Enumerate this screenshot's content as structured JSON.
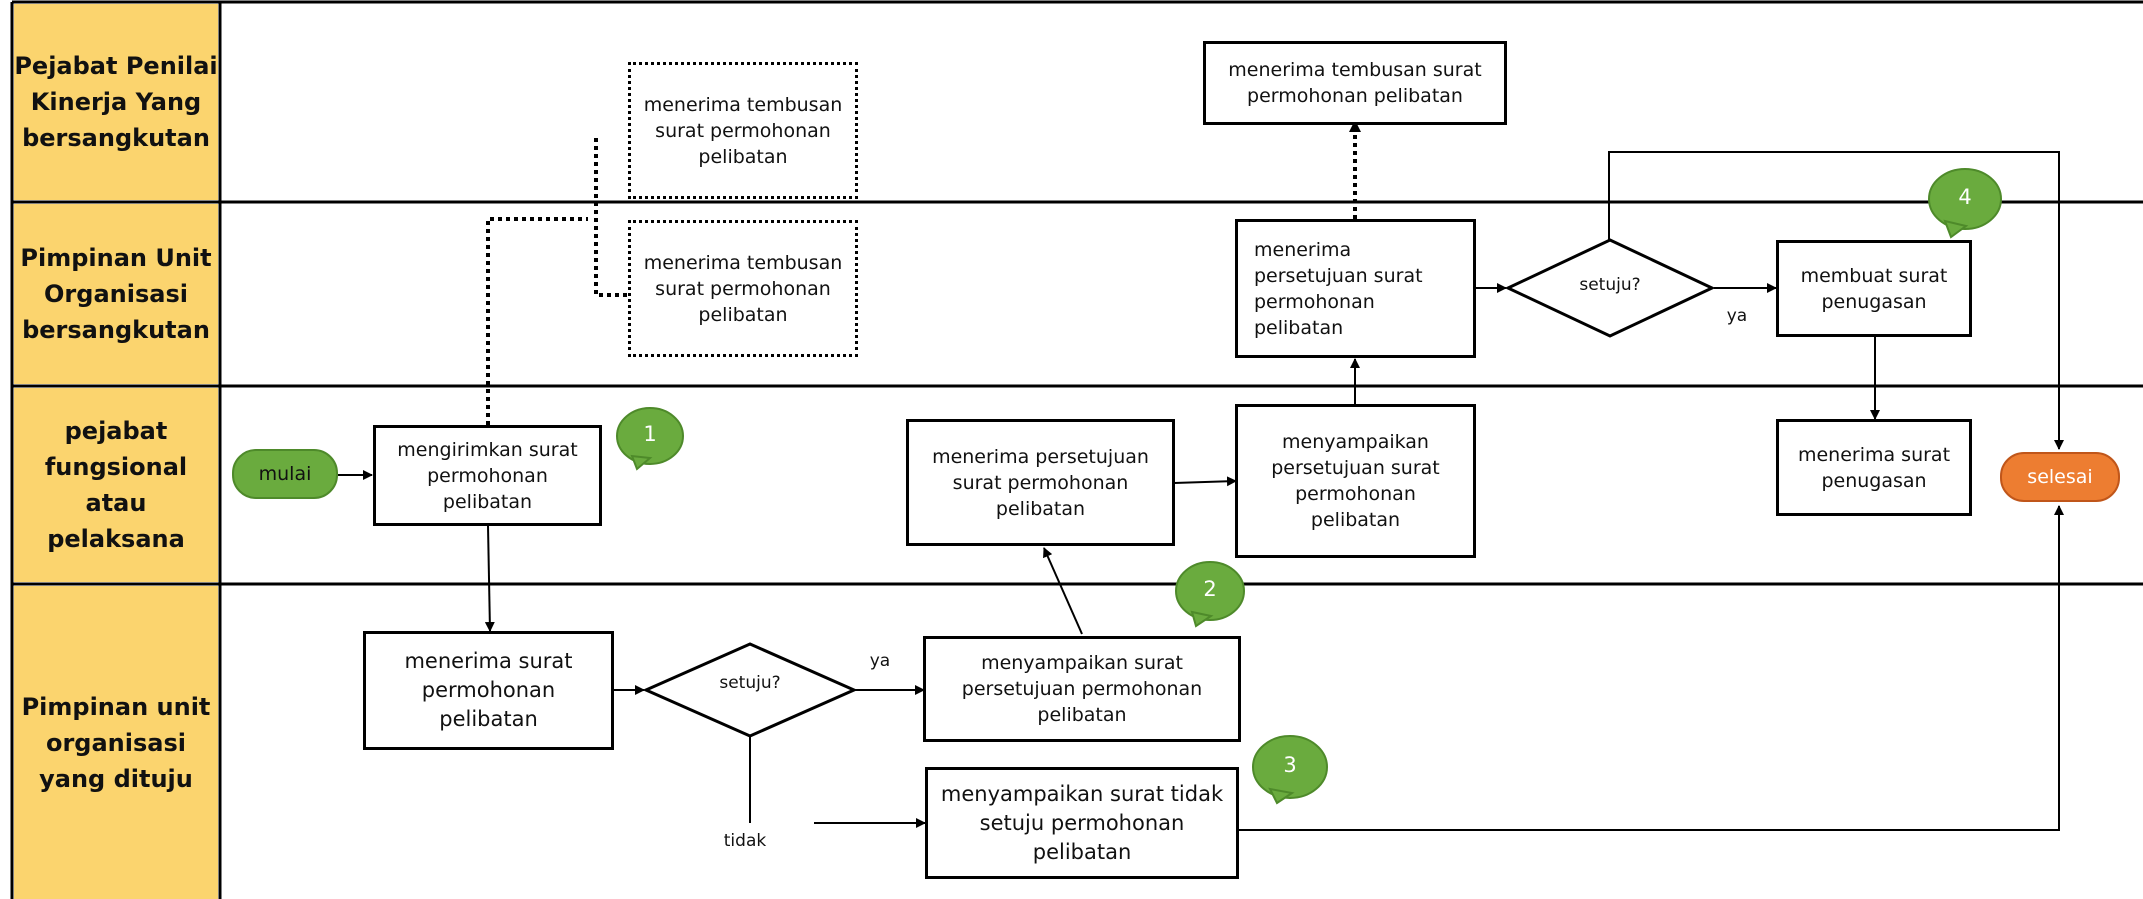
{
  "lanes": [
    "Pejabat Penilai Kinerja Yang bersangkutan",
    "Pimpinan Unit Organisasi bersangkutan",
    "pejabat fungsional atau pelaksana",
    "Pimpinan unit organisasi yang dituju"
  ],
  "terminals": {
    "start": "mulai",
    "end": "selesai"
  },
  "processes": {
    "kirim_permohonan": "mengirimkan surat permohonan pelibatan",
    "terima_tembusan_penilai_1": "menerima tembusan surat permohonan pelibatan",
    "terima_tembusan_pimpinan": "menerima tembusan surat permohonan pelibatan",
    "terima_permohonan": "menerima surat permohonan pelibatan",
    "sampaikan_persetujuan": "menyampaikan surat persetujuan permohonan pelibatan",
    "sampaikan_tidak_setuju": "menyampaikan surat tidak setuju permohonan pelibatan",
    "terima_persetujuan_pelaksana": "menerima persetujuan surat permohonan pelibatan",
    "sampaikan_persetujuan_pelaksana": "menyampaikan persetujuan surat permohonan pelibatan",
    "terima_persetujuan_pimpinan": "menerima persetujuan surat permohonan pelibatan",
    "terima_tembusan_penilai_2": "menerima tembusan surat permohonan pelibatan",
    "buat_penugasan": "membuat surat penugasan",
    "terima_penugasan": "menerima surat penugasan"
  },
  "decisions": {
    "d1": "setuju?",
    "d2": "setuju?"
  },
  "edge_labels": {
    "ya_1": "ya",
    "tidak": "tidak",
    "ya_2": "ya"
  },
  "badges": [
    "1",
    "2",
    "3",
    "4"
  ],
  "colors": {
    "lane_header": "#FBD46E",
    "start": "#6AAB3E",
    "end": "#ED7D31",
    "badge": "#6AAB3E"
  }
}
